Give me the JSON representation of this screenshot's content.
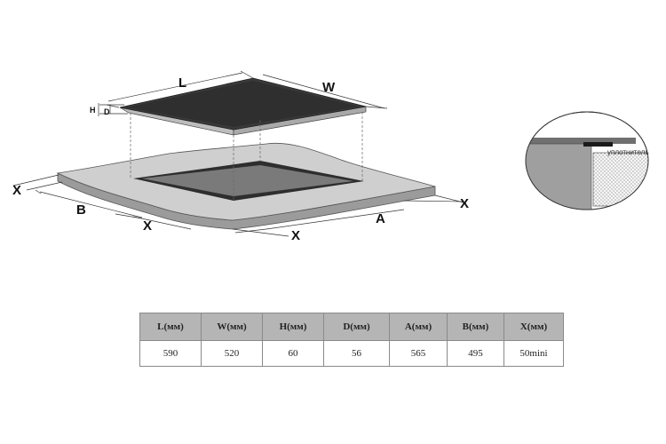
{
  "diagram": {
    "labels": {
      "L": "L",
      "W": "W",
      "H": "H",
      "D": "D",
      "B": "B",
      "A": "A",
      "X": "X"
    },
    "inset_label": "уплотнитель"
  },
  "table": {
    "headers": [
      "L(мм)",
      "W(мм)",
      "H(мм)",
      "D(мм)",
      "A(мм)",
      "B(мм)",
      "X(мм)"
    ],
    "values": [
      "590",
      "520",
      "60",
      "56",
      "565",
      "495",
      "50mini"
    ]
  }
}
